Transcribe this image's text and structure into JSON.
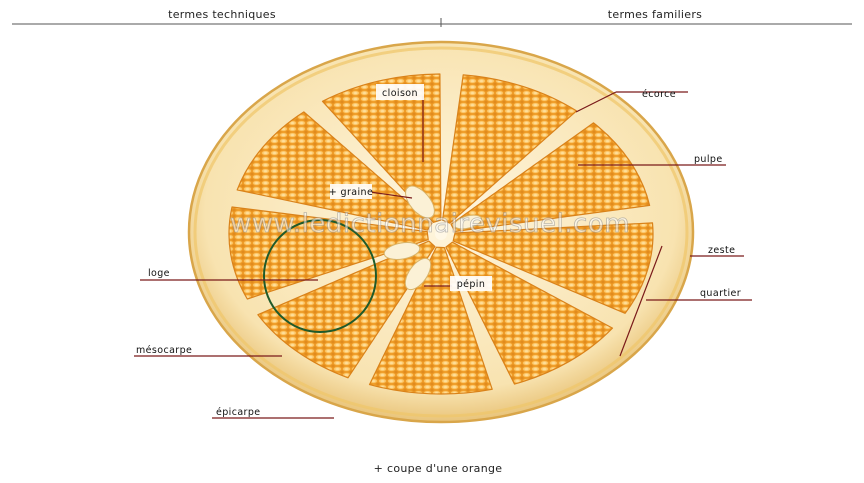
{
  "header": {
    "left": "termes techniques",
    "right": "termes familiers"
  },
  "labels": {
    "cloison": "cloison",
    "ecorce": "écorce",
    "pulpe": "pulpe",
    "graine": "+ graine",
    "zeste": "zeste",
    "loge": "loge",
    "pepin": "pépin",
    "quartier": "quartier",
    "mesocarpe": "mésocarpe",
    "epicarpe": "épicarpe"
  },
  "watermark": "www.ledictionnairevisuel.com",
  "caption": "+ coupe d'une orange",
  "colors": {
    "rind": "#f2d79a",
    "albedo": "#fbefcf",
    "pulp": "#f0a22a",
    "pulp_dark": "#d9821a",
    "vesicle": "#ffd27a",
    "leader": "#7a1a1a"
  }
}
